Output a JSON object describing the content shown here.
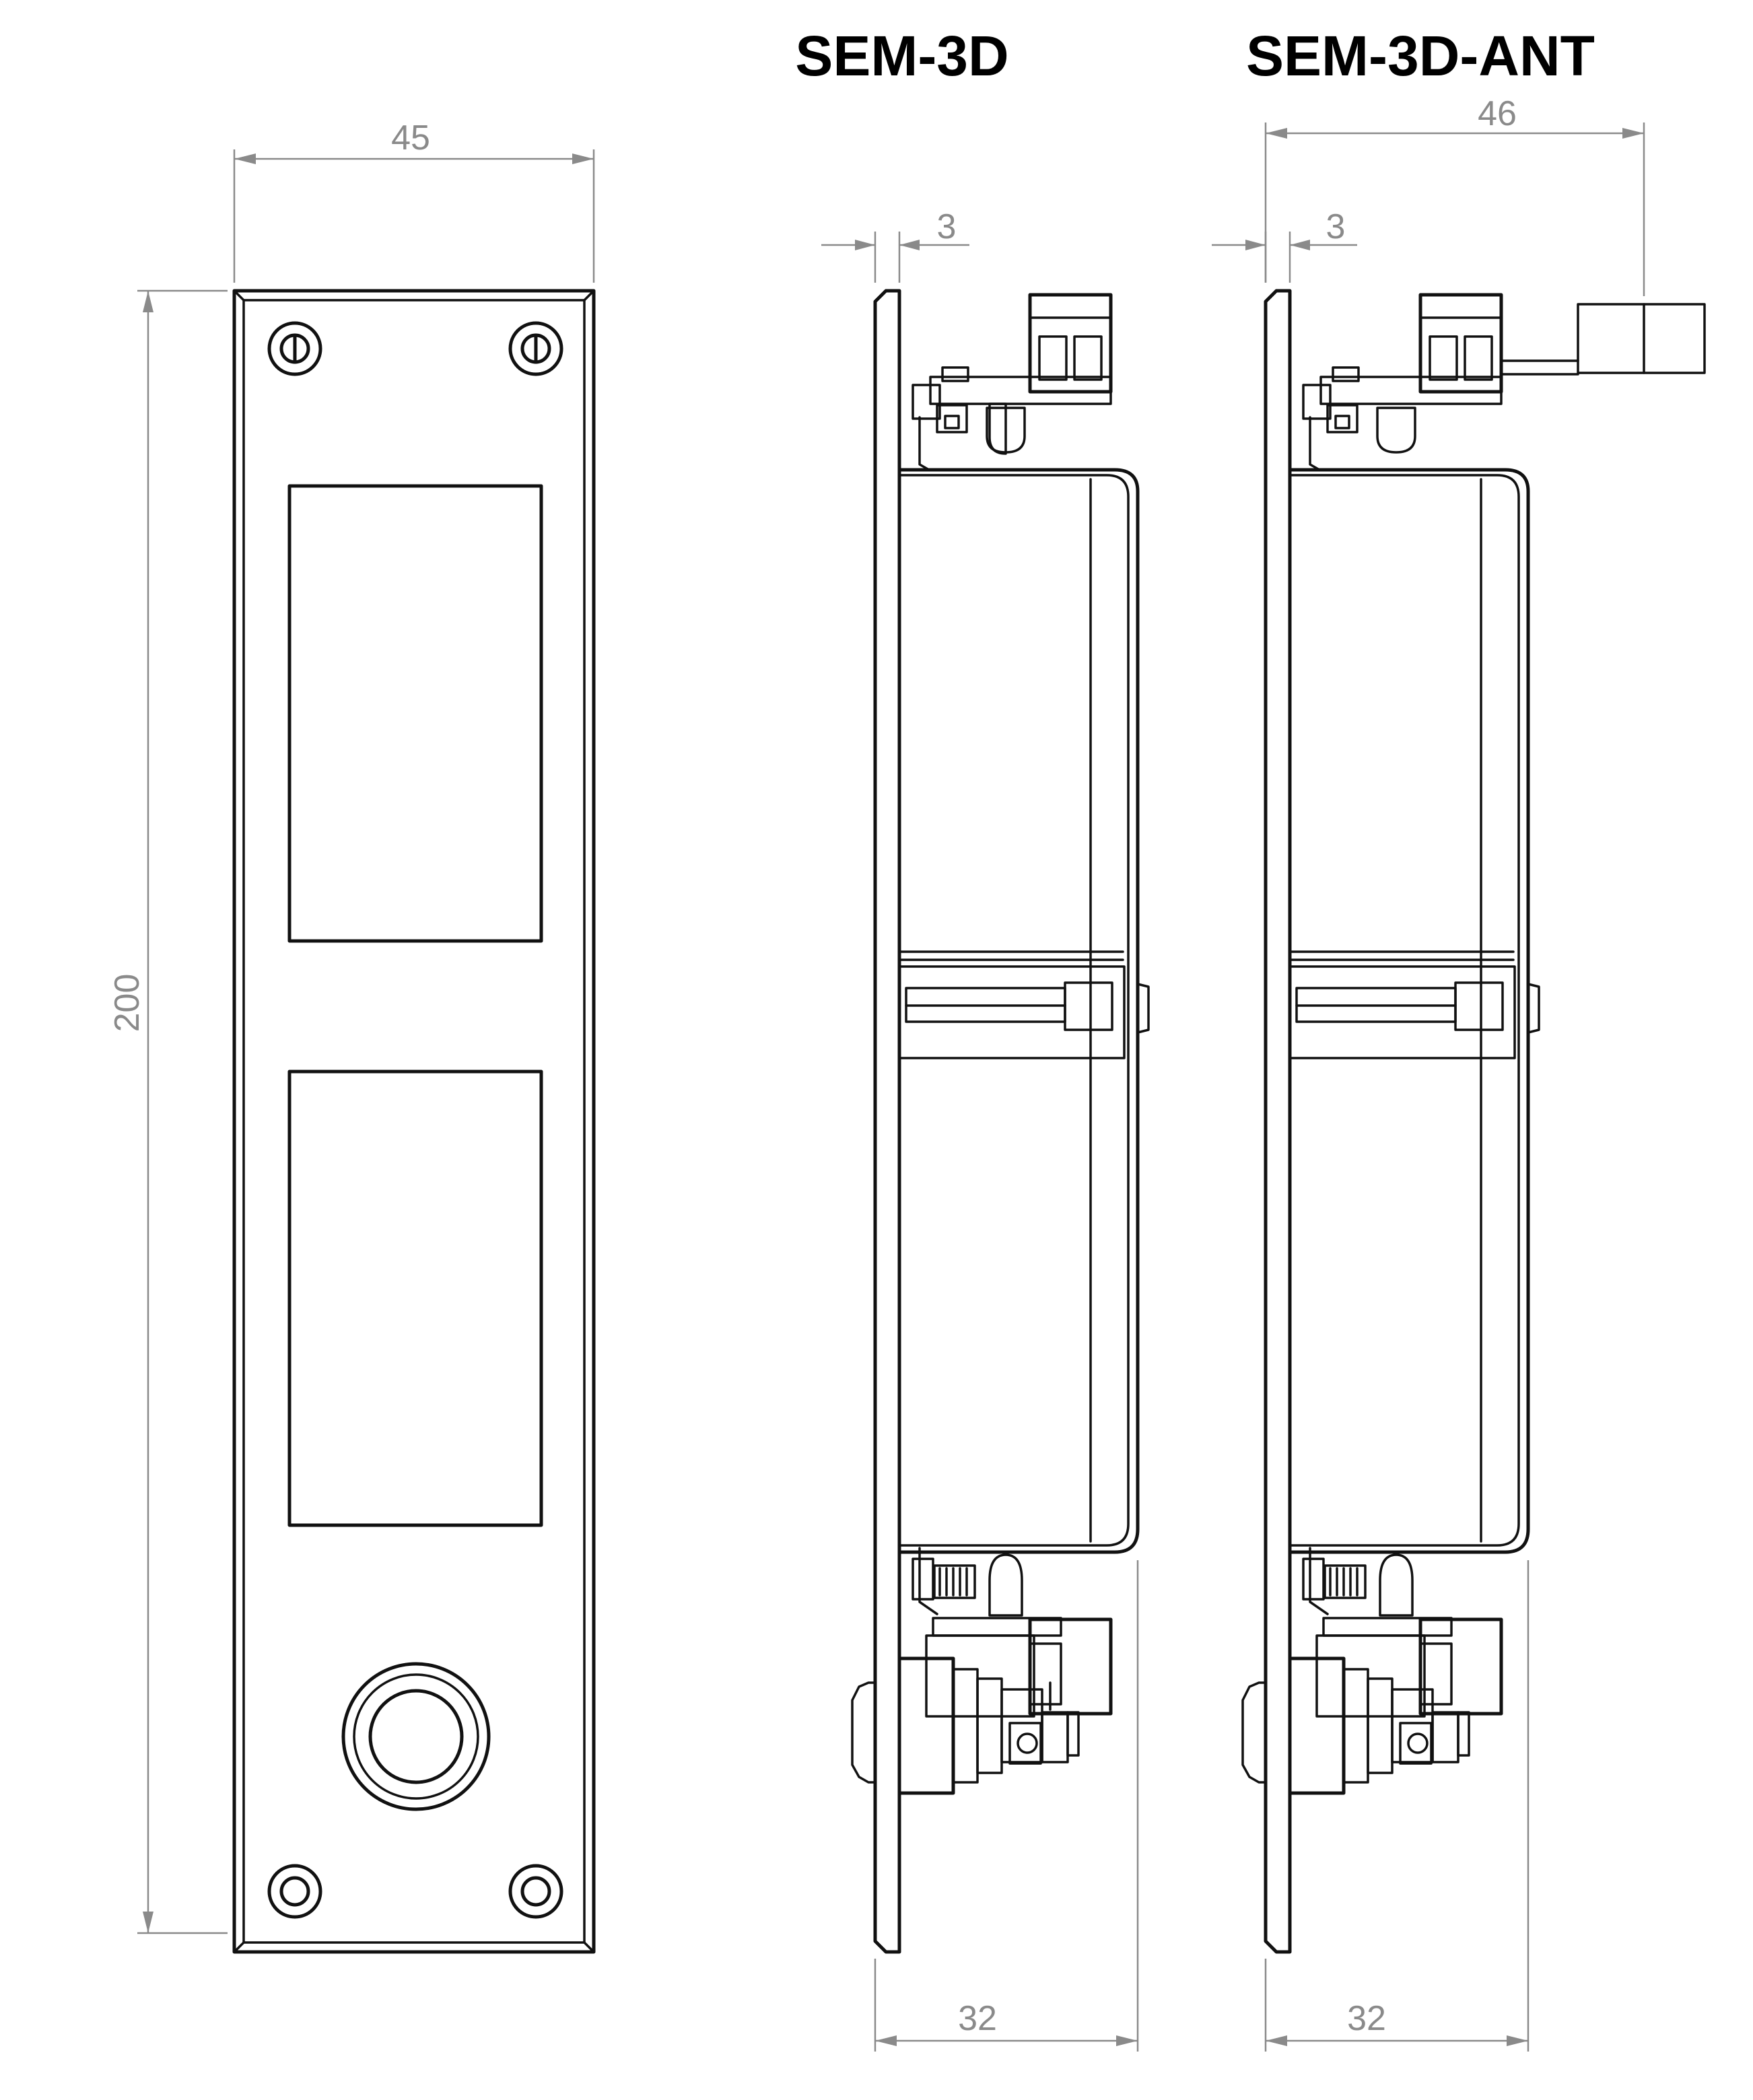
{
  "titles": {
    "left_model": "SEM-3D",
    "right_model": "SEM-3D-ANT"
  },
  "dimensions": {
    "front_width": "45",
    "front_height": "200",
    "sem3d_plate_thickness": "3",
    "sem3d_depth": "32",
    "ant_plate_thickness": "3",
    "ant_total_width": "46",
    "ant_depth": "32"
  },
  "colors": {
    "line": "#111111",
    "dimension": "#8a8a8a",
    "background": "#ffffff"
  }
}
